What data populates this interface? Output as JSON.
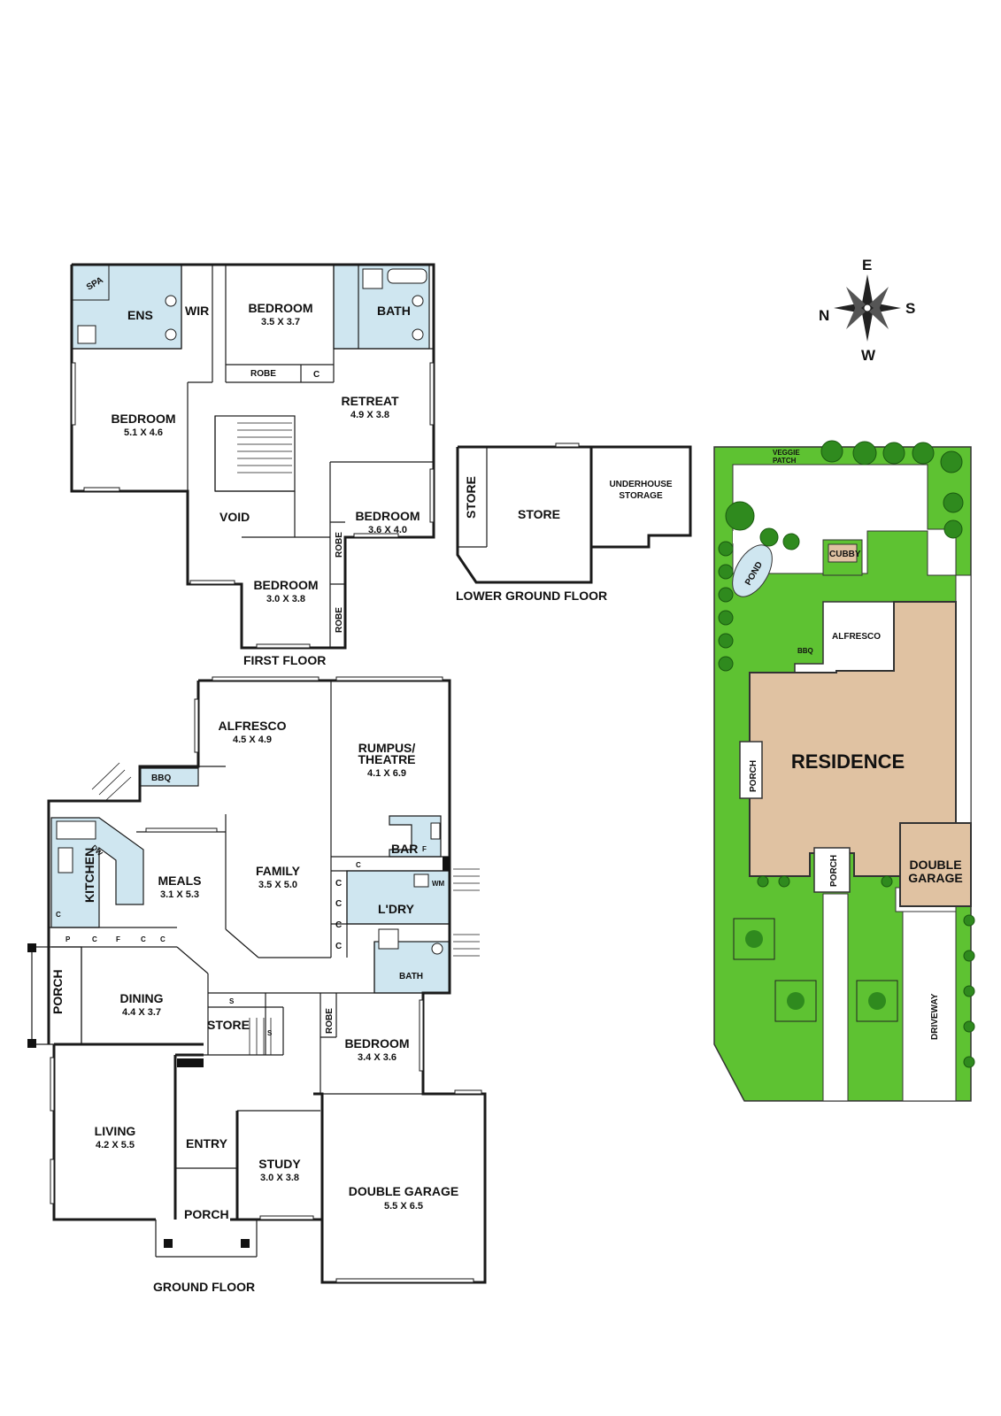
{
  "compass": {
    "e": "E",
    "s": "S",
    "w": "W",
    "n": "N"
  },
  "first_floor": {
    "title": "FIRST FLOOR",
    "rooms": {
      "spa": "SPA",
      "ens": "ENS",
      "wir": "WIR",
      "bed_main": {
        "name": "BEDROOM",
        "dim": "3.5 X 3.7"
      },
      "bath": "BATH",
      "robe_top": "ROBE",
      "c_top": "C",
      "bed_left": {
        "name": "BEDROOM",
        "dim": "5.1 X 4.6"
      },
      "retreat": {
        "name": "RETREAT",
        "dim": "4.9 X 3.8"
      },
      "void": "VOID",
      "bed_right": {
        "name": "BEDROOM",
        "dim": "3.6 X 4.0"
      },
      "bed_bottom": {
        "name": "BEDROOM",
        "dim": "3.0 X 3.8"
      },
      "robe_a": "ROBE",
      "robe_b": "ROBE"
    }
  },
  "lower_ground": {
    "title": "LOWER GROUND FLOOR",
    "rooms": {
      "store_v": "STORE",
      "store": "STORE",
      "underhouse_1": "UNDERHOUSE",
      "underhouse_2": "STORAGE"
    }
  },
  "ground_floor": {
    "title": "GROUND FLOOR",
    "rooms": {
      "alfresco": {
        "name": "ALFRESCO",
        "dim": "4.5 X 4.9"
      },
      "rumpus_1": "RUMPUS/",
      "rumpus_2": "THEATRE",
      "rumpus_dim": "4.1 X 6.9",
      "bbq": "BBQ",
      "kitchen": "KITCHEN",
      "dw": "DW",
      "meals": {
        "name": "MEALS",
        "dim": "3.1 X 5.3"
      },
      "family": {
        "name": "FAMILY",
        "dim": "3.5 X 5.0"
      },
      "bar": "BAR",
      "f_bar": "F",
      "c_bar": "C",
      "wm": "WM",
      "laundry": "L'DRY",
      "c1": "C",
      "c2": "C",
      "c3": "C",
      "c4": "C",
      "p": "P",
      "c_k": "C",
      "c_row1": "C",
      "f_row": "F",
      "c_row2": "C",
      "c_row3": "C",
      "porch_side": "PORCH",
      "dining": {
        "name": "DINING",
        "dim": "4.4 X 3.7"
      },
      "s1": "S",
      "store": "STORE",
      "s2": "S",
      "bath": "BATH",
      "robe": "ROBE",
      "bedroom": {
        "name": "BEDROOM",
        "dim": "3.4 X 3.6"
      },
      "living": {
        "name": "LIVING",
        "dim": "4.2 X 5.5"
      },
      "entry": "ENTRY",
      "study": {
        "name": "STUDY",
        "dim": "3.0 X 3.8"
      },
      "porch_front": "PORCH",
      "garage": {
        "name": "DOUBLE GARAGE",
        "dim": "5.5 X 6.5"
      }
    }
  },
  "site_plan": {
    "veggie_1": "VEGGIE",
    "veggie_2": "PATCH",
    "cubby": "CUBBY",
    "pond": "POND",
    "alfresco": "ALFRESCO",
    "bbq": "BBQ",
    "residence": "RESIDENCE",
    "porch_side": "PORCH",
    "porch_front": "PORCH",
    "garage_1": "DOUBLE",
    "garage_2": "GARAGE",
    "driveway": "DRIVEWAY"
  },
  "colors": {
    "wet_area": "#cfe6f0",
    "lawn": "#5ec232",
    "residence": "#e0c2a2",
    "tree": "#2f8a1e"
  }
}
